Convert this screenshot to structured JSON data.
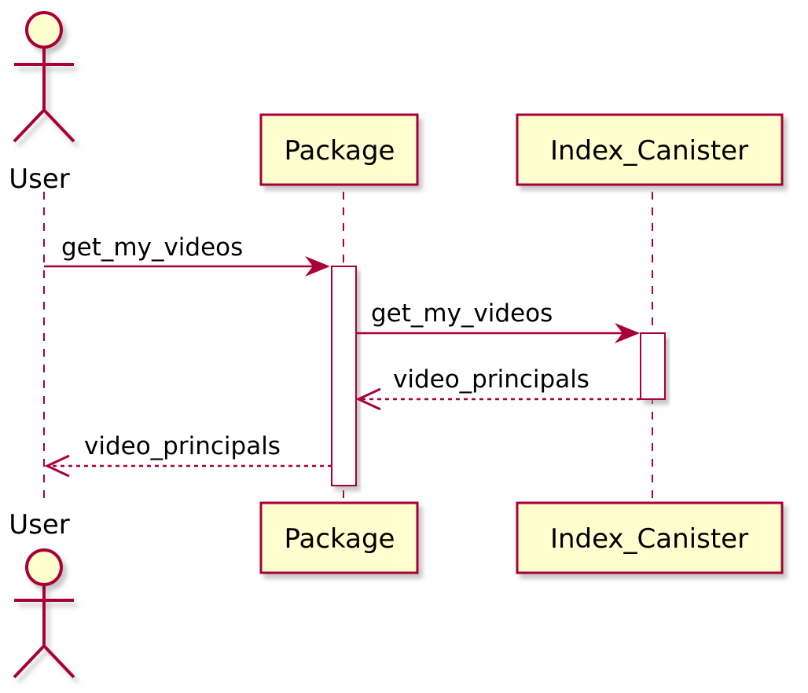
{
  "participants": {
    "user": "User",
    "package": "Package",
    "index_canister": "Index_Canister"
  },
  "messages": [
    {
      "label": "get_my_videos",
      "from": "User",
      "to": "Package",
      "style": "solid"
    },
    {
      "label": "get_my_videos",
      "from": "Package",
      "to": "Index_Canister",
      "style": "solid"
    },
    {
      "label": "video_principals",
      "from": "Index_Canister",
      "to": "Package",
      "style": "dashed"
    },
    {
      "label": "video_principals",
      "from": "Package",
      "to": "User",
      "style": "dashed"
    }
  ],
  "colors": {
    "line": "#A80036",
    "box_fill": "#FEFECE",
    "shadow": "#C8C8C8",
    "activation_fill": "#FFFFFF"
  }
}
